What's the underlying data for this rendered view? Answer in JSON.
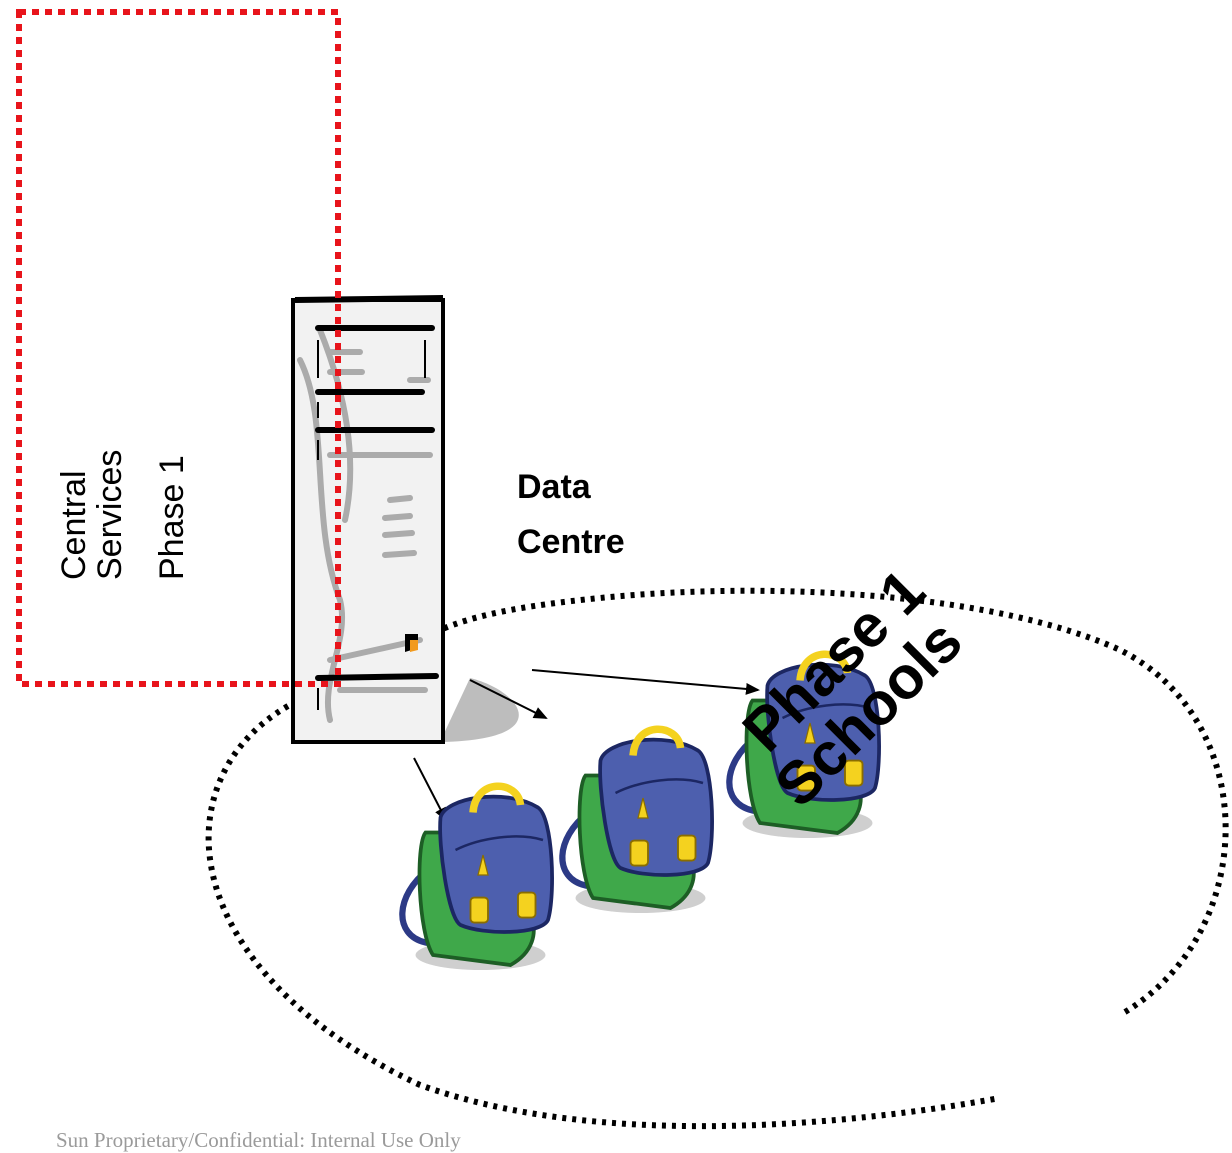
{
  "central_services": {
    "line1": "Central",
    "line2": "Services",
    "line3": "Phase 1"
  },
  "data_centre": {
    "line1": "Data",
    "line2": "Centre"
  },
  "schools": {
    "line1": "Phase 1",
    "line2": "Schools"
  },
  "footer": "Sun Proprietary/Confidential: Internal Use Only",
  "colors": {
    "dashed_box": "#e8141b",
    "dotted_ellipse": "#000000",
    "backpack_body": "#4d5fae",
    "backpack_side": "#3fa84a",
    "backpack_handle": "#f4d21f",
    "server_body": "#f2f2f2"
  },
  "icons": [
    "server-tower-icon",
    "backpack-icon"
  ]
}
